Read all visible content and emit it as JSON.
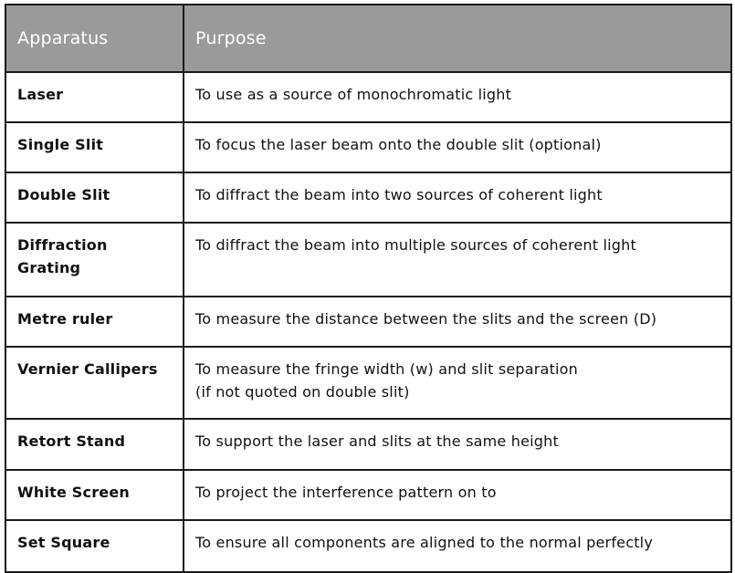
{
  "table": {
    "headers": [
      "Apparatus",
      "Purpose"
    ],
    "rows": [
      {
        "apparatus": "Laser",
        "purpose": [
          "To use as a source of monochromatic light"
        ]
      },
      {
        "apparatus": "Single Slit",
        "purpose": [
          "To focus the laser beam onto the double slit (optional)"
        ]
      },
      {
        "apparatus": "Double Slit",
        "purpose": [
          "To diffract the beam into two sources of coherent light"
        ]
      },
      {
        "apparatus_lines": [
          "Diffraction",
          "Grating"
        ],
        "purpose": [
          "To diffract the beam into multiple sources of coherent light"
        ]
      },
      {
        "apparatus": "Metre ruler",
        "purpose": [
          "To measure the distance between the slits and the screen (D)"
        ]
      },
      {
        "apparatus": "Vernier Callipers",
        "purpose": [
          "To measure the fringe width (w) and slit separation",
          "(if not quoted on double slit)"
        ]
      },
      {
        "apparatus": "Retort Stand",
        "purpose": [
          "To support the laser and slits at the same height"
        ]
      },
      {
        "apparatus": "White Screen",
        "purpose": [
          "To project the interference pattern on to"
        ]
      },
      {
        "apparatus": "Set Square",
        "purpose": [
          "To ensure all components are aligned to the normal perfectly"
        ]
      }
    ]
  }
}
